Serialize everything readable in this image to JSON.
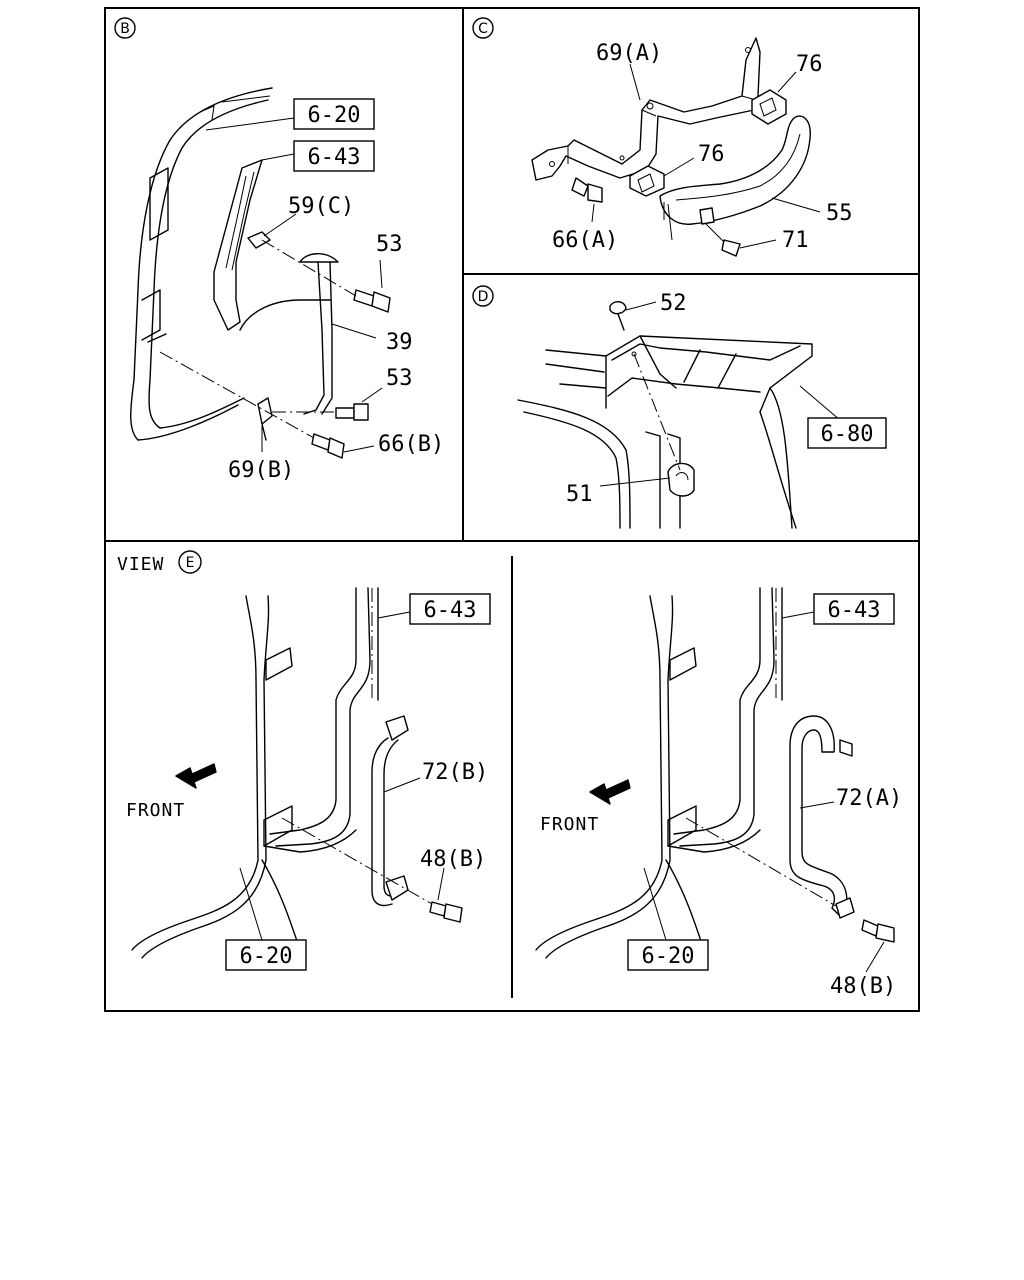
{
  "panel_b": {
    "marker": "B",
    "refs": [
      "6-20",
      "6-43"
    ],
    "callouts": [
      "59(C)",
      "53",
      "39",
      "53",
      "66(B)",
      "69(B)"
    ]
  },
  "panel_c": {
    "marker": "C",
    "callouts": [
      "69(A)",
      "76",
      "76",
      "55",
      "66(A)",
      "71"
    ]
  },
  "panel_d": {
    "marker": "D",
    "refs": [
      "6-80"
    ],
    "callouts": [
      "52",
      "51"
    ]
  },
  "panel_e": {
    "view_prefix": "VIEW",
    "marker": "E",
    "left": {
      "refs": [
        "6-43",
        "6-20"
      ],
      "callouts": [
        "72(B)",
        "48(B)"
      ],
      "front_label": "FRONT"
    },
    "right": {
      "refs": [
        "6-43",
        "6-20"
      ],
      "callouts": [
        "72(A)",
        "48(B)"
      ],
      "front_label": "FRONT"
    }
  }
}
